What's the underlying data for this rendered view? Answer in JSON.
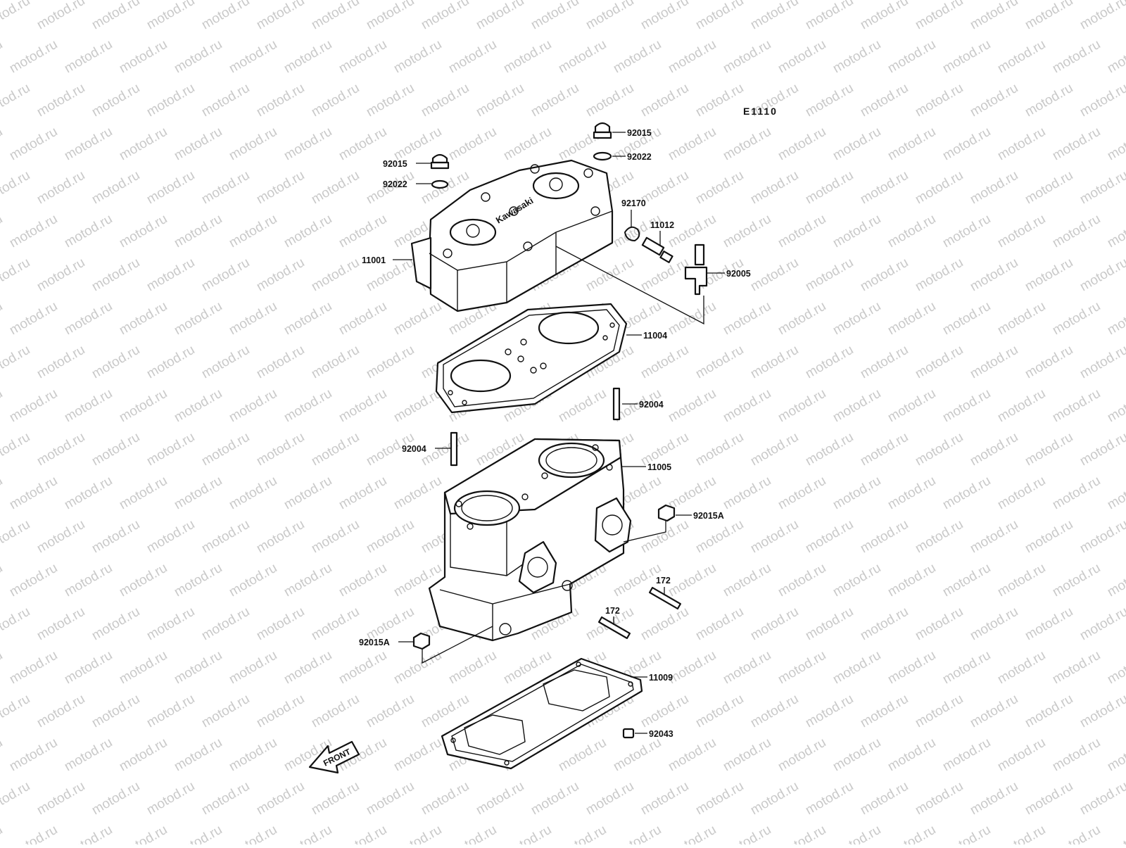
{
  "diagram": {
    "code": "E1110",
    "watermark_text": "motod.ru",
    "front_label": "FRONT",
    "logo_text": "Kawasaki",
    "callouts": [
      {
        "id": "c-92015-top",
        "text": "92015"
      },
      {
        "id": "c-92022-top",
        "text": "92022"
      },
      {
        "id": "c-92015-left",
        "text": "92015"
      },
      {
        "id": "c-92022-left",
        "text": "92022"
      },
      {
        "id": "c-92170",
        "text": "92170"
      },
      {
        "id": "c-11012",
        "text": "11012"
      },
      {
        "id": "c-11001",
        "text": "11001"
      },
      {
        "id": "c-92005",
        "text": "92005"
      },
      {
        "id": "c-11004",
        "text": "11004"
      },
      {
        "id": "c-92004-right",
        "text": "92004"
      },
      {
        "id": "c-92004-left",
        "text": "92004"
      },
      {
        "id": "c-11005",
        "text": "11005"
      },
      {
        "id": "c-92015A-right",
        "text": "92015A"
      },
      {
        "id": "c-172-upper",
        "text": "172"
      },
      {
        "id": "c-172-lower",
        "text": "172"
      },
      {
        "id": "c-92015A-left",
        "text": "92015A"
      },
      {
        "id": "c-11009",
        "text": "11009"
      },
      {
        "id": "c-92043",
        "text": "92043"
      }
    ]
  }
}
